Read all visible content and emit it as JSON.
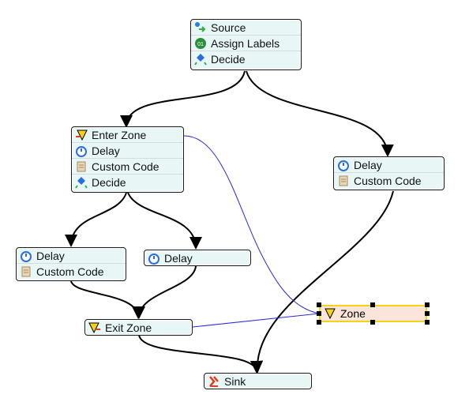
{
  "blocks": {
    "b1": [
      "Source",
      "Assign Labels",
      "Decide"
    ],
    "b2": [
      "Enter Zone",
      "Delay",
      "Custom Code",
      "Decide"
    ],
    "b3": [
      "Delay",
      "Custom Code"
    ],
    "b4": [
      "Delay",
      "Custom Code"
    ],
    "b5": [
      "Delay"
    ],
    "b6": [
      "Exit Zone"
    ],
    "b7": [
      "Sink"
    ]
  },
  "zone": {
    "label": "Zone",
    "fill": "#fbe4d9",
    "border": "#f4d21a"
  },
  "colors": {
    "block_bg": "#e8f7f6",
    "link": "#000000",
    "zone_link": "#2a2ad8"
  },
  "icons": {
    "Source": "source-icon",
    "Assign Labels": "assign-labels-icon",
    "Decide": "decide-icon",
    "Enter Zone": "enter-zone-icon",
    "Delay": "delay-icon",
    "Custom Code": "custom-code-icon",
    "Exit Zone": "exit-zone-icon",
    "Sink": "sink-icon",
    "Zone": "zone-icon"
  }
}
